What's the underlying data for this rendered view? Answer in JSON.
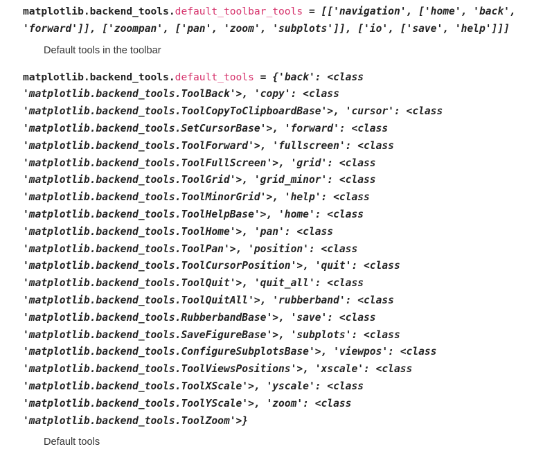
{
  "toolbar_tools": {
    "prefix": "matplotlib.backend_tools.",
    "name": "default_toolbar_tools",
    "line1_value": " = [['navigation', ['home', 'back',",
    "line2_value": "'forward']], ['zoompan', ['pan', 'zoom', 'subplots']], ['io', ['save', 'help']]]",
    "description": "Default tools in the toolbar"
  },
  "tools": {
    "prefix": "matplotlib.backend_tools.",
    "name": "default_tools",
    "first_value": " = {'back': <class",
    "lines": [
      "'matplotlib.backend_tools.ToolBack'>, 'copy': <class",
      "'matplotlib.backend_tools.ToolCopyToClipboardBase'>, 'cursor': <class",
      "'matplotlib.backend_tools.SetCursorBase'>, 'forward': <class",
      "'matplotlib.backend_tools.ToolForward'>, 'fullscreen': <class",
      "'matplotlib.backend_tools.ToolFullScreen'>, 'grid': <class",
      "'matplotlib.backend_tools.ToolGrid'>, 'grid_minor': <class",
      "'matplotlib.backend_tools.ToolMinorGrid'>, 'help': <class",
      "'matplotlib.backend_tools.ToolHelpBase'>, 'home': <class",
      "'matplotlib.backend_tools.ToolHome'>, 'pan': <class",
      "'matplotlib.backend_tools.ToolPan'>, 'position': <class",
      "'matplotlib.backend_tools.ToolCursorPosition'>, 'quit': <class",
      "'matplotlib.backend_tools.ToolQuit'>, 'quit_all': <class",
      "'matplotlib.backend_tools.ToolQuitAll'>, 'rubberband': <class",
      "'matplotlib.backend_tools.RubberbandBase'>, 'save': <class",
      "'matplotlib.backend_tools.SaveFigureBase'>, 'subplots': <class",
      "'matplotlib.backend_tools.ConfigureSubplotsBase'>, 'viewpos': <class",
      "'matplotlib.backend_tools.ToolViewsPositions'>, 'xscale': <class",
      "'matplotlib.backend_tools.ToolXScale'>, 'yscale': <class",
      "'matplotlib.backend_tools.ToolYScale'>, 'zoom': <class",
      "'matplotlib.backend_tools.ToolZoom'>}"
    ],
    "description": "Default tools"
  }
}
